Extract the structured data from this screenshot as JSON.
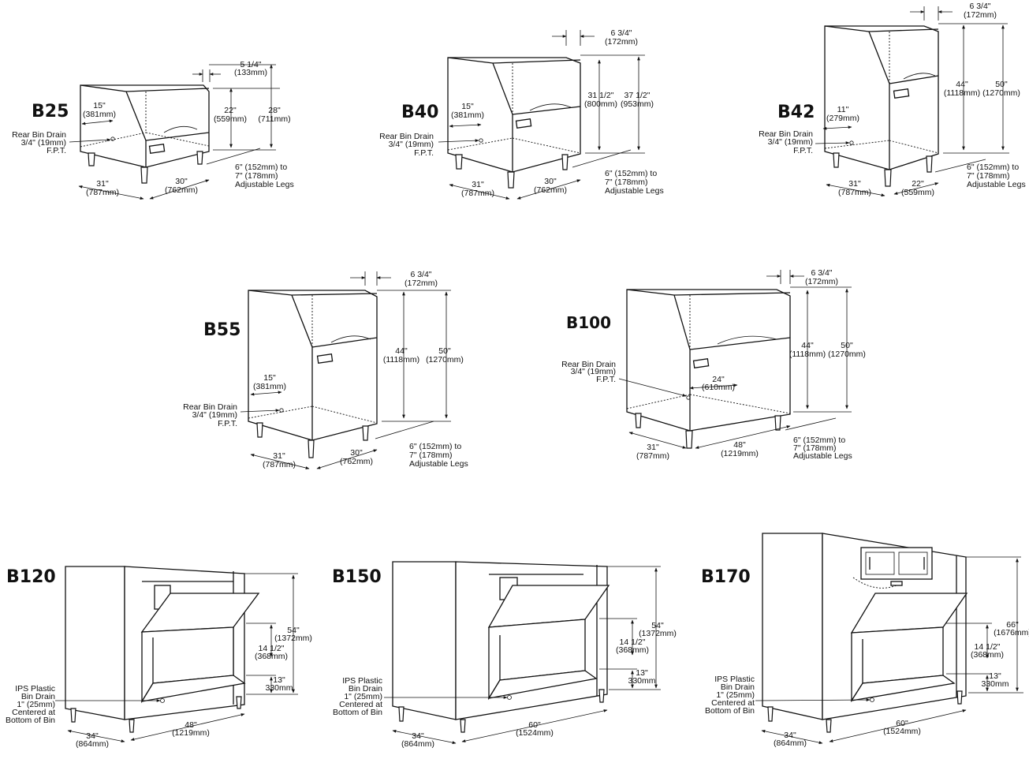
{
  "models": [
    {
      "id": "B25",
      "name": "B25",
      "labels": [
        "5 1/4\"",
        "(133mm)",
        "22\"",
        "(559mm)",
        "28\"",
        "(711mm)",
        "15\"",
        "(381mm)",
        "Rear Bin Drain",
        "3/4\" (19mm)",
        "F.P.T.",
        "31\"",
        "(787mm)",
        "30\"",
        "(762mm)",
        "6\" (152mm) to",
        "7\" (178mm)",
        "Adjustable Legs"
      ]
    },
    {
      "id": "B40",
      "name": "B40",
      "labels": [
        "6 3/4\"",
        "(172mm)",
        "31 1/2\"",
        "(800mm)",
        "37 1/2\"",
        "(953mm)",
        "15\"",
        "(381mm)",
        "Rear Bin Drain",
        "3/4\" (19mm)",
        "F.P.T.",
        "31\"",
        "(787mm)",
        "30\"",
        "(762mm)",
        "6\" (152mm) to",
        "7\" (178mm)",
        "Adjustable Legs"
      ]
    },
    {
      "id": "B42",
      "name": "B42",
      "labels": [
        "6 3/4\"",
        "(172mm)",
        "44\"",
        "(1118mm)",
        "50\"",
        "(1270mm)",
        "11\"",
        "(279mm)",
        "Rear Bin Drain",
        "3/4\" (19mm)",
        "F.P.T.",
        "31\"",
        "(787mm)",
        "22\"",
        "(559mm)",
        "6\" (152mm) to",
        "7\" (178mm)",
        "Adjustable Legs"
      ]
    },
    {
      "id": "B55",
      "name": "B55",
      "labels": [
        "6 3/4\"",
        "(172mm)",
        "44\"",
        "(1118mm)",
        "50\"",
        "(1270mm)",
        "15\"",
        "(381mm)",
        "Rear Bin Drain",
        "3/4\" (19mm)",
        "F.P.T.",
        "31\"",
        "(787mm)",
        "30\"",
        "(762mm)",
        "6\" (152mm) to",
        "7\" (178mm)",
        "Adjustable Legs"
      ]
    },
    {
      "id": "B100",
      "name": "B100",
      "labels": [
        "6 3/4\"",
        "(172mm)",
        "44\"",
        "(1118mm)",
        "50\"",
        "(1270mm)",
        "24\"",
        "(610mm)",
        "Rear Bin Drain",
        "3/4\" (19mm)",
        "F.P.T.",
        "31\"",
        "(787mm)",
        "48\"",
        "(1219mm)",
        "6\" (152mm) to",
        "7\" (178mm)",
        "Adjustable Legs"
      ]
    },
    {
      "id": "B120",
      "name": "B120",
      "labels": [
        "54\"",
        "(1372mm)",
        "14 1/2\"",
        "(368mm)",
        "13\"",
        "330mm",
        "IPS Plastic",
        "Bin Drain",
        "1\" (25mm)",
        "Centered at",
        "Bottom of Bin",
        "34\"",
        "(864mm)",
        "48\"",
        "(1219mm)"
      ]
    },
    {
      "id": "B150",
      "name": "B150",
      "labels": [
        "54\"",
        "(1372mm)",
        "14 1/2\"",
        "(368mm)",
        "13\"",
        "330mm",
        "IPS Plastic",
        "Bin Drain",
        "1\" (25mm)",
        "Centered at",
        "Bottom of Bin",
        "34\"",
        "(864mm)",
        "60\"",
        "(1524mm)"
      ]
    },
    {
      "id": "B170",
      "name": "B170",
      "labels": [
        "66\"",
        "(1676mm)",
        "14 1/2\"",
        "(368mm)",
        "13\"",
        "330mm",
        "IPS Plastic",
        "Bin Drain",
        "1\" (25mm)",
        "Centered at",
        "Bottom of Bin",
        "34\"",
        "(864mm)",
        "60\"",
        "(1524mm)"
      ]
    }
  ]
}
